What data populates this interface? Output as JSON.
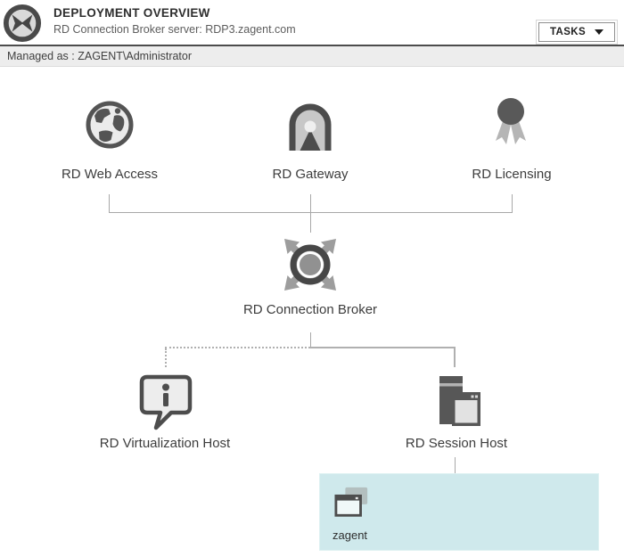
{
  "header": {
    "title": "DEPLOYMENT OVERVIEW",
    "subtitle": "RD Connection Broker server: RDP3.zagent.com",
    "tasks_button": "TASKS"
  },
  "managed_bar": "Managed as : ZAGENT\\Administrator",
  "diagram": {
    "nodes": [
      {
        "id": "rd-web-access",
        "label": "RD Web Access",
        "icon": "globe-icon",
        "deployed": true
      },
      {
        "id": "rd-gateway",
        "label": "RD Gateway",
        "icon": "gateway-arch-icon",
        "deployed": true
      },
      {
        "id": "rd-licensing",
        "label": "RD Licensing",
        "icon": "award-ribbon-icon",
        "deployed": true
      },
      {
        "id": "rd-connection-broker",
        "label": "RD Connection Broker",
        "icon": "broker-circle-arrows-icon",
        "deployed": true
      },
      {
        "id": "rd-virtualization-host",
        "label": "RD Virtualization Host",
        "icon": "info-bubble-icon",
        "deployed": false
      },
      {
        "id": "rd-session-host",
        "label": "RD Session Host",
        "icon": "server-window-icon",
        "deployed": true
      }
    ],
    "session_host_group": {
      "label": "zagent",
      "icon": "overlapping-windows-icon"
    }
  },
  "colors": {
    "icon_dark": "#525252",
    "icon_light": "#b5b5b5",
    "connector": "#a8a8a8",
    "header_rule": "#4c4c4c",
    "managed_bar_bg": "#ededed",
    "server_box_bg": "#cfe9ec"
  }
}
